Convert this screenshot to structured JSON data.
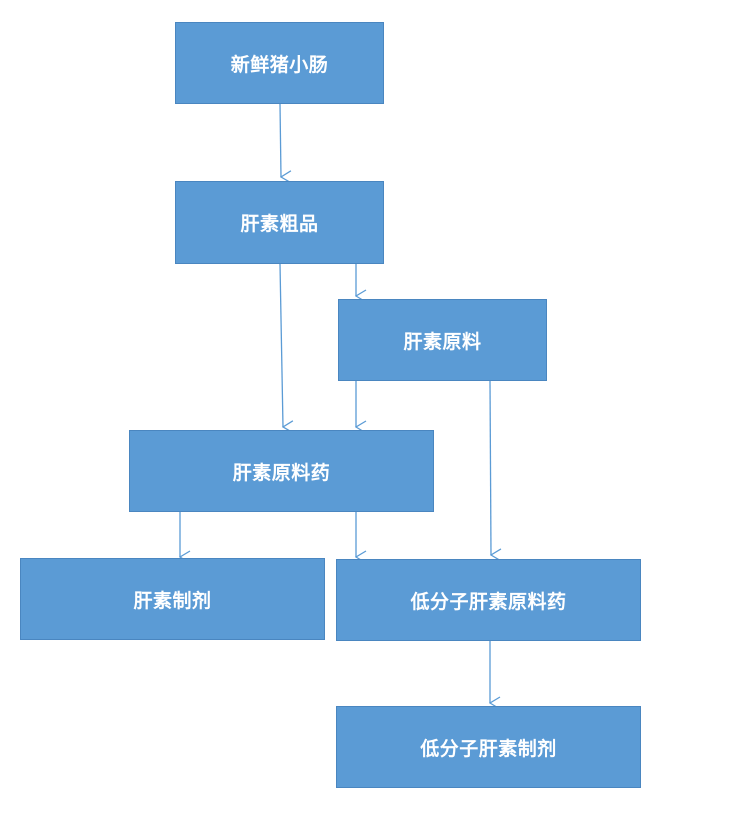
{
  "diagram": {
    "nodes": {
      "fresh_pig_intestine": "新鲜猪小肠",
      "heparin_crude": "肝素粗品",
      "heparin_raw_material": "肝素原料",
      "heparin_api": "肝素原料药",
      "heparin_preparation": "肝素制剂",
      "lmw_heparin_api": "低分子肝素原料药",
      "lmw_heparin_preparation": "低分子肝素制剂"
    },
    "colors": {
      "node_fill": "#5b9bd5",
      "node_text": "#ffffff",
      "arrow": "#5b9bd5"
    }
  }
}
